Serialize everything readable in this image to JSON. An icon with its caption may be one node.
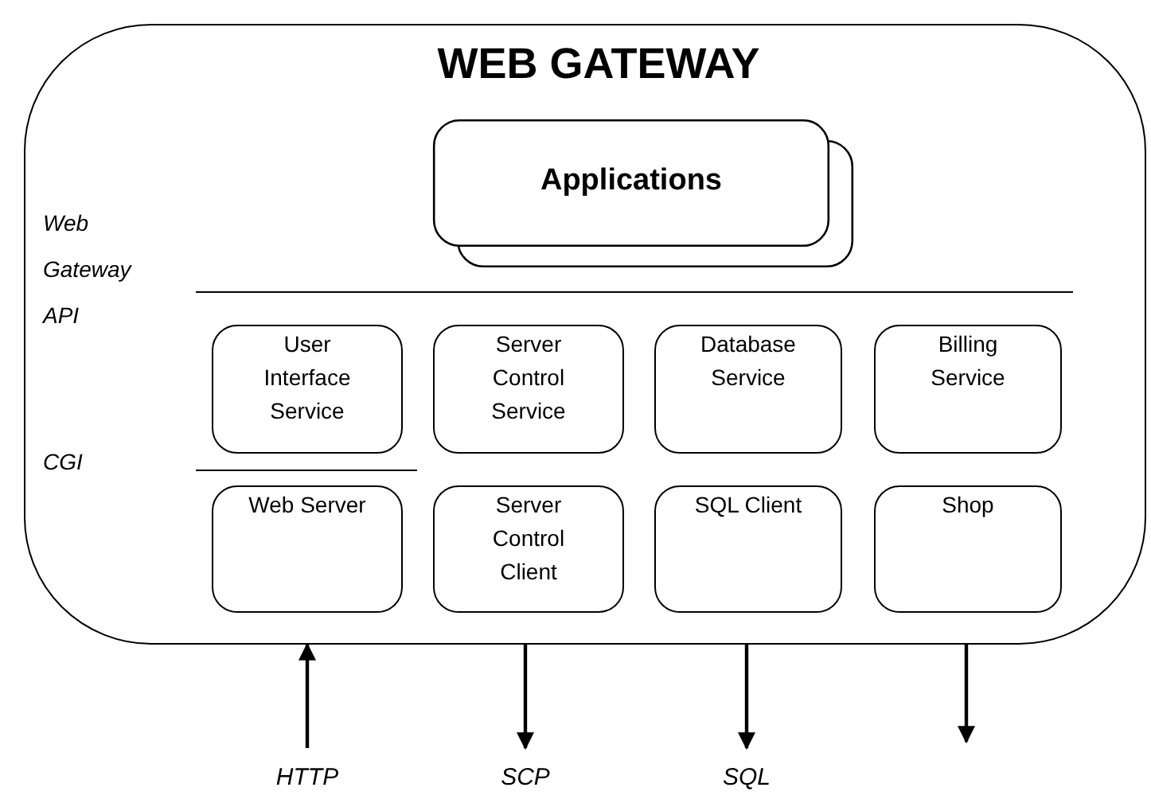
{
  "diagram": {
    "nodes": [
      {
        "text": [
          "WEB GATEWAY"
        ]
      },
      {
        "text": [
          "Applications"
        ],
        "in": 0
      },
      {
        "text": [
          "User Interface Service"
        ],
        "in": 0
      },
      {
        "text": [
          "Server Control Service"
        ],
        "in": 0
      },
      {
        "text": [
          "Database Service"
        ],
        "in": 0
      },
      {
        "text": [
          "Billing Service"
        ],
        "in": 0
      },
      {
        "text": [
          "Web Server"
        ],
        "in": 0
      },
      {
        "text": [
          "Server Control Client"
        ],
        "in": 0
      },
      {
        "text": [
          "SQL Client"
        ],
        "in": 0
      },
      {
        "text": [
          "Shop"
        ],
        "in": 0
      },
      {
        "text": [
          "HTTP"
        ]
      },
      {
        "text": [
          "SCP"
        ]
      },
      {
        "text": [
          "SQL"
        ]
      }
    ],
    "edges": [
      {
        "from": 10,
        "to": 0,
        "arrow": "to"
      },
      {
        "from": 0,
        "to": 11,
        "arrow": "to"
      },
      {
        "from": 0,
        "to": 12,
        "arrow": "to"
      },
      {
        "from": 0,
        "to": null,
        "arrow": "to"
      }
    ],
    "labels": [
      "Web Gateway API",
      "CGI"
    ]
  }
}
